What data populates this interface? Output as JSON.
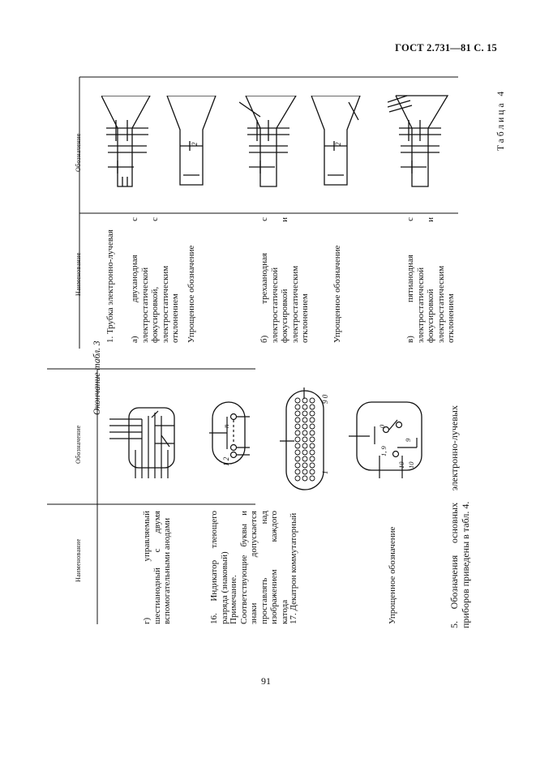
{
  "page": {
    "header": "ГОСТ 2.731—81 С. 15",
    "page_number": "91"
  },
  "left_table": {
    "continuation": "Окончание табл. 3",
    "col_name": "Наименование",
    "col_symbol": "Обозначение",
    "rows": [
      {
        "name": "г) управляемый шестианодный с двумя вспомогательными анодами"
      },
      {
        "name": "16. Индикатор тлеющего разряда (знаковый)"
      },
      {
        "name": "Примечание. Соответствующие буквы и знаки допускается проставлять над изображением каждого катода"
      },
      {
        "name": "17. Декатрон коммутаторный"
      },
      {
        "name": "Упрощенное обозначение"
      }
    ],
    "sym_labels": {
      "indicator_n": "n",
      "indicator_12": "1 2",
      "dekatron_90": "9 0",
      "dekatron_1": "1",
      "simple_0": "0",
      "simple_9": "9",
      "simple_19": "1, 9",
      "simple_10a": "10",
      "simple_10b": "10"
    }
  },
  "paragraph": "5. Обозначения основных электронно-лучевых приборов приведены в табл. 4.",
  "right_table": {
    "label": "Таблица 4",
    "col_name": "Наименование",
    "col_symbol": "Обозначение",
    "rows": [
      {
        "name": "1. Трубка электронно-лучевая"
      },
      {
        "name": "а) двуханодная с электростатической фокусировкой, с электростатическим отклонением"
      },
      {
        "name": "Упрощенное обозначение"
      },
      {
        "name": "б) трехаанодная с электростатической фокусировкой и электростатическим отклонением"
      },
      {
        "name": "Упрощенное обозначение"
      },
      {
        "name": "в) пятианодная с электростатической фокусировкой и электростатическим отклонением"
      }
    ],
    "sym_labels": {
      "simple_a": "2",
      "simple_b": "2"
    }
  }
}
